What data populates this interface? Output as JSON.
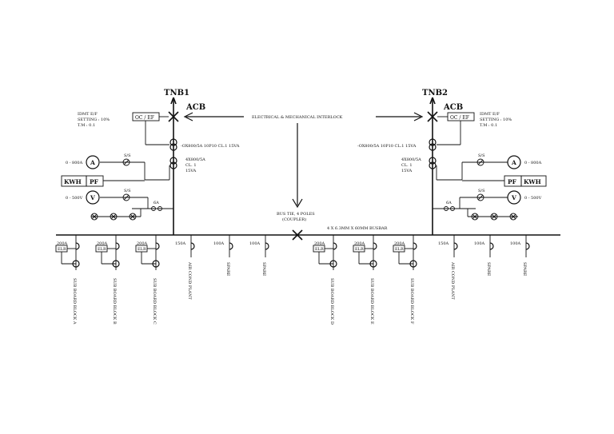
{
  "diagram": {
    "tnb1": "TNB1",
    "tnb2": "TNB2",
    "acb": "ACB",
    "interlock": "ELECTRICAL & MECHANICAL INTERLOCK",
    "idmt_left": [
      "IDMT E/F",
      "SETTING : 10%",
      "T.M : 0.1"
    ],
    "idmt_right": [
      "IDMT E/F",
      "SETTING : 10%",
      "T.M : 0.1"
    ],
    "oc_ef": "OC / EF",
    "ct_prot_left": "-OX800/5A 10P10 CL.1 15VA",
    "ct_prot_right": "-OX800/5A 10P10 CL.1 15VA",
    "ct_meter_left": [
      "4X800/5A",
      "CL. 1",
      "15VA"
    ],
    "ct_meter_right": [
      "4X800/5A",
      "CL. 1",
      "15VA"
    ],
    "ammeter": "A",
    "voltmeter": "V",
    "amp_range": "0 - 800A",
    "volt_range": "0 - 500V",
    "kwh": "KWH",
    "pf": "PF",
    "ss": "S/S",
    "fuse": "6A",
    "coupler_lines": [
      "BUS TIE, 4 POLES",
      "(COUPLER)"
    ],
    "busbar": "4 X 6.3MM X 60MM BUSBAR",
    "elr": "ELR",
    "feeders": [
      {
        "rating": "200A",
        "label": "SUB BOARD BLOCK A"
      },
      {
        "rating": "200A",
        "label": "SUB BOARD BLOCK B"
      },
      {
        "rating": "200A",
        "label": "SUB BOARD BLOCK C"
      },
      {
        "rating": "150A",
        "label": "AIR COND PLANT"
      },
      {
        "rating": "100A",
        "label": "SPARE"
      },
      {
        "rating": "100A",
        "label": "SPARE"
      },
      {
        "rating": "200A",
        "label": "SUB BOARD BLOCK D"
      },
      {
        "rating": "200A",
        "label": "SUB BOARD BLOCK E"
      },
      {
        "rating": "200A",
        "label": "SUB BOARD BLOCK F"
      },
      {
        "rating": "150A",
        "label": "AIR COND PLANT"
      },
      {
        "rating": "100A",
        "label": "SPARE"
      },
      {
        "rating": "100A",
        "label": "SPARE"
      }
    ]
  }
}
